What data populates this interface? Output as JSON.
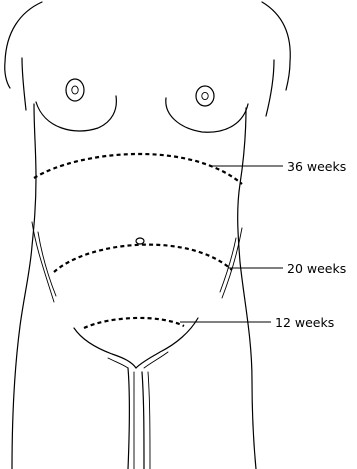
{
  "figure": {
    "subject": "pregnant-torso-fundal-height",
    "line_color": "#000000",
    "background_color": "#ffffff"
  },
  "labels": {
    "week_36": "36 weeks",
    "week_20": "20 weeks",
    "week_12": "12 weeks"
  }
}
